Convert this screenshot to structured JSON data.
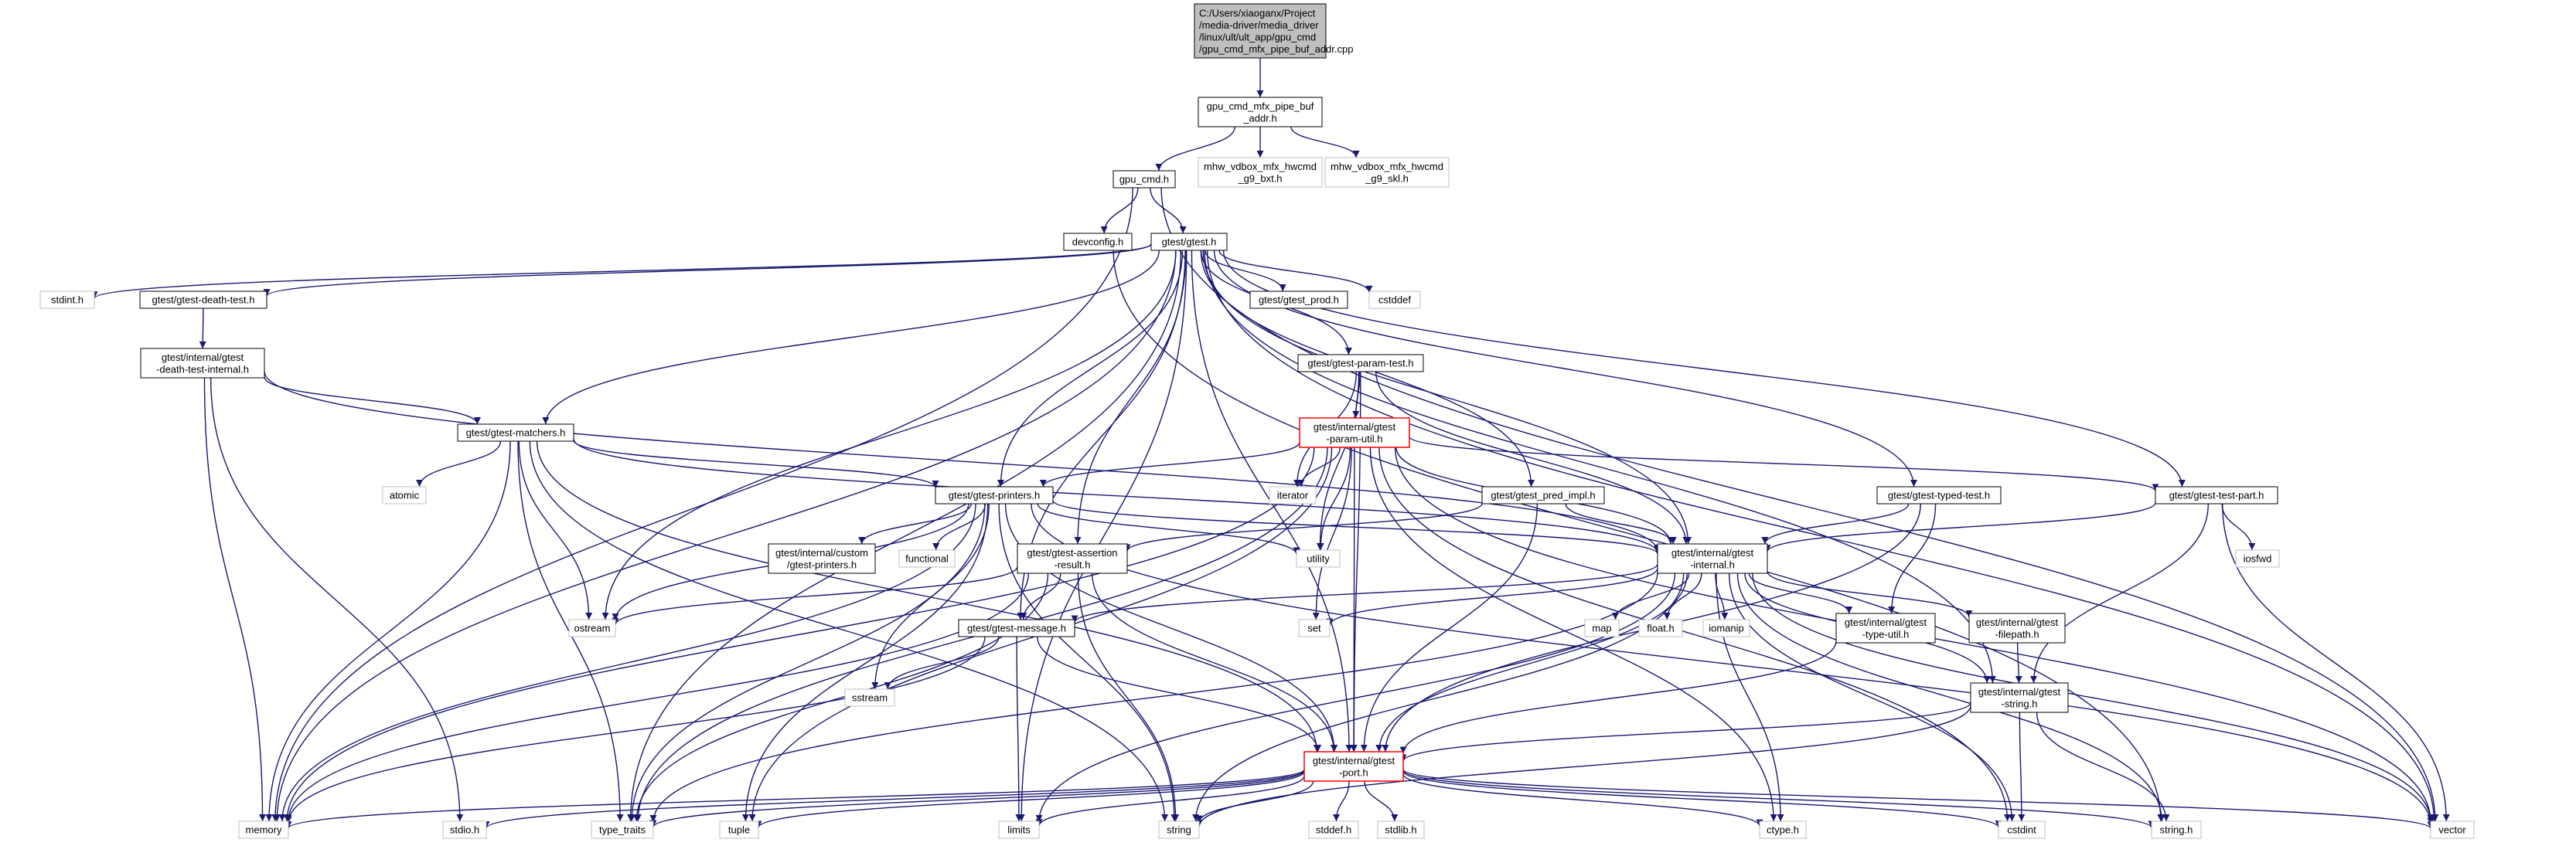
{
  "colors": {
    "edge": "#191970",
    "node_border": "#000000",
    "root_fill": "#bfbfbf",
    "missing_border": "#bfbfbf",
    "highlight_border": "#ff0000",
    "text": "#000000"
  },
  "nodes": [
    {
      "id": "root",
      "label": [
        "C:/Users/xiaoganx/Project",
        "/media-driver/media_driver",
        "/linux/ult/ult_app/gpu_cmd",
        "/gpu_cmd_mfx_pipe_buf_addr.cpp"
      ],
      "style": "root"
    },
    {
      "id": "buf_addr_h",
      "label": [
        "gpu_cmd_mfx_pipe_buf",
        "_addr.h"
      ],
      "style": "normal"
    },
    {
      "id": "gpu_cmd_h",
      "label": [
        "gpu_cmd.h"
      ],
      "style": "normal"
    },
    {
      "id": "mhw_g9_bxt",
      "label": [
        "mhw_vdbox_mfx_hwcmd",
        "_g9_bxt.h"
      ],
      "style": "missing"
    },
    {
      "id": "mhw_g9_skl",
      "label": [
        "mhw_vdbox_mfx_hwcmd",
        "_g9_skl.h"
      ],
      "style": "missing"
    },
    {
      "id": "devconfig_h",
      "label": [
        "devconfig.h"
      ],
      "style": "normal"
    },
    {
      "id": "gtest_h",
      "label": [
        "gtest/gtest.h"
      ],
      "style": "normal"
    },
    {
      "id": "stdint_h",
      "label": [
        "stdint.h"
      ],
      "style": "missing"
    },
    {
      "id": "death_test_h",
      "label": [
        "gtest/gtest-death-test.h"
      ],
      "style": "normal"
    },
    {
      "id": "gtest_prod_h",
      "label": [
        "gtest/gtest_prod.h"
      ],
      "style": "normal"
    },
    {
      "id": "cstddef",
      "label": [
        "cstddef"
      ],
      "style": "missing"
    },
    {
      "id": "death_test_internal",
      "label": [
        "gtest/internal/gtest",
        "-death-test-internal.h"
      ],
      "style": "normal"
    },
    {
      "id": "param_test_h",
      "label": [
        "gtest/gtest-param-test.h"
      ],
      "style": "normal"
    },
    {
      "id": "matchers_h",
      "label": [
        "gtest/gtest-matchers.h"
      ],
      "style": "normal"
    },
    {
      "id": "param_util_h",
      "label": [
        "gtest/internal/gtest",
        "-param-util.h"
      ],
      "style": "highlight"
    },
    {
      "id": "atomic",
      "label": [
        "atomic"
      ],
      "style": "missing"
    },
    {
      "id": "iterator",
      "label": [
        "iterator"
      ],
      "style": "missing"
    },
    {
      "id": "printers_h",
      "label": [
        "gtest/gtest-printers.h"
      ],
      "style": "normal"
    },
    {
      "id": "pred_impl_h",
      "label": [
        "gtest/gtest_pred_impl.h"
      ],
      "style": "normal"
    },
    {
      "id": "typed_test_h",
      "label": [
        "gtest/gtest-typed-test.h"
      ],
      "style": "normal"
    },
    {
      "id": "test_part_h",
      "label": [
        "gtest/gtest-test-part.h"
      ],
      "style": "normal"
    },
    {
      "id": "custom_printers_h",
      "label": [
        "gtest/internal/custom",
        "/gtest-printers.h"
      ],
      "style": "normal"
    },
    {
      "id": "functional",
      "label": [
        "functional"
      ],
      "style": "missing"
    },
    {
      "id": "assertion_result_h",
      "label": [
        "gtest/gtest-assertion",
        "-result.h"
      ],
      "style": "normal"
    },
    {
      "id": "utility",
      "label": [
        "utility"
      ],
      "style": "missing"
    },
    {
      "id": "internal_h",
      "label": [
        "gtest/internal/gtest",
        "-internal.h"
      ],
      "style": "normal"
    },
    {
      "id": "iosfwd",
      "label": [
        "iosfwd"
      ],
      "style": "missing"
    },
    {
      "id": "ostream",
      "label": [
        "ostream"
      ],
      "style": "missing"
    },
    {
      "id": "set",
      "label": [
        "set"
      ],
      "style": "missing"
    },
    {
      "id": "map",
      "label": [
        "map"
      ],
      "style": "missing"
    },
    {
      "id": "float_h",
      "label": [
        "float.h"
      ],
      "style": "missing"
    },
    {
      "id": "iomanip",
      "label": [
        "iomanip"
      ],
      "style": "missing"
    },
    {
      "id": "type_util_h",
      "label": [
        "gtest/internal/gtest",
        "-type-util.h"
      ],
      "style": "normal"
    },
    {
      "id": "filepath_h",
      "label": [
        "gtest/internal/gtest",
        "-filepath.h"
      ],
      "style": "normal"
    },
    {
      "id": "message_h",
      "label": [
        "gtest/gtest-message.h"
      ],
      "style": "normal"
    },
    {
      "id": "sstream",
      "label": [
        "sstream"
      ],
      "style": "missing"
    },
    {
      "id": "string_internal_h",
      "label": [
        "gtest/internal/gtest",
        "-string.h"
      ],
      "style": "normal"
    },
    {
      "id": "port_h",
      "label": [
        "gtest/internal/gtest",
        "-port.h"
      ],
      "style": "highlight"
    },
    {
      "id": "memory",
      "label": [
        "memory"
      ],
      "style": "missing"
    },
    {
      "id": "stdio_h",
      "label": [
        "stdio.h"
      ],
      "style": "missing"
    },
    {
      "id": "type_traits",
      "label": [
        "type_traits"
      ],
      "style": "missing"
    },
    {
      "id": "tuple",
      "label": [
        "tuple"
      ],
      "style": "missing"
    },
    {
      "id": "limits",
      "label": [
        "limits"
      ],
      "style": "missing"
    },
    {
      "id": "string",
      "label": [
        "string"
      ],
      "style": "missing"
    },
    {
      "id": "stddef_h",
      "label": [
        "stddef.h"
      ],
      "style": "missing"
    },
    {
      "id": "stdlib_h",
      "label": [
        "stdlib.h"
      ],
      "style": "missing"
    },
    {
      "id": "ctype_h",
      "label": [
        "ctype.h"
      ],
      "style": "missing"
    },
    {
      "id": "cstdint",
      "label": [
        "cstdint"
      ],
      "style": "missing"
    },
    {
      "id": "string_h",
      "label": [
        "string.h"
      ],
      "style": "missing"
    },
    {
      "id": "vector",
      "label": [
        "vector"
      ],
      "style": "missing"
    }
  ],
  "edges": [
    [
      "root",
      "buf_addr_h"
    ],
    [
      "buf_addr_h",
      "gpu_cmd_h"
    ],
    [
      "buf_addr_h",
      "mhw_g9_bxt"
    ],
    [
      "buf_addr_h",
      "mhw_g9_skl"
    ],
    [
      "gpu_cmd_h",
      "devconfig_h"
    ],
    [
      "gpu_cmd_h",
      "gtest_h"
    ],
    [
      "gpu_cmd_h",
      "memory"
    ],
    [
      "gpu_cmd_h",
      "vector"
    ],
    [
      "devconfig_h",
      "string_h"
    ],
    [
      "gtest_h",
      "stdint_h"
    ],
    [
      "gtest_h",
      "death_test_h"
    ],
    [
      "gtest_h",
      "gtest_prod_h"
    ],
    [
      "gtest_h",
      "cstddef"
    ],
    [
      "gtest_h",
      "param_test_h"
    ],
    [
      "gtest_h",
      "matchers_h"
    ],
    [
      "gtest_h",
      "printers_h"
    ],
    [
      "gtest_h",
      "pred_impl_h"
    ],
    [
      "gtest_h",
      "typed_test_h"
    ],
    [
      "gtest_h",
      "test_part_h"
    ],
    [
      "gtest_h",
      "assertion_result_h"
    ],
    [
      "gtest_h",
      "internal_h"
    ],
    [
      "gtest_h",
      "message_h"
    ],
    [
      "gtest_h",
      "string_internal_h"
    ],
    [
      "gtest_h",
      "memory"
    ],
    [
      "gtest_h",
      "type_traits"
    ],
    [
      "gtest_h",
      "limits"
    ],
    [
      "gtest_h",
      "ostream"
    ],
    [
      "gtest_h",
      "vector"
    ],
    [
      "gtest_h",
      "port_h"
    ],
    [
      "death_test_h",
      "death_test_internal"
    ],
    [
      "death_test_internal",
      "matchers_h"
    ],
    [
      "death_test_internal",
      "internal_h"
    ],
    [
      "death_test_internal",
      "memory"
    ],
    [
      "death_test_internal",
      "stdio_h"
    ],
    [
      "param_test_h",
      "param_util_h"
    ],
    [
      "param_test_h",
      "iterator"
    ],
    [
      "param_test_h",
      "utility"
    ],
    [
      "param_test_h",
      "internal_h"
    ],
    [
      "param_test_h",
      "port_h"
    ],
    [
      "matchers_h",
      "atomic"
    ],
    [
      "matchers_h",
      "printers_h"
    ],
    [
      "matchers_h",
      "internal_h"
    ],
    [
      "matchers_h",
      "port_h"
    ],
    [
      "matchers_h",
      "memory"
    ],
    [
      "matchers_h",
      "ostream"
    ],
    [
      "matchers_h",
      "string"
    ],
    [
      "matchers_h",
      "type_traits"
    ],
    [
      "param_util_h",
      "printers_h"
    ],
    [
      "param_util_h",
      "test_part_h"
    ],
    [
      "param_util_h",
      "internal_h"
    ],
    [
      "param_util_h",
      "port_h"
    ],
    [
      "param_util_h",
      "iterator"
    ],
    [
      "param_util_h",
      "utility"
    ],
    [
      "param_util_h",
      "set"
    ],
    [
      "param_util_h",
      "memory"
    ],
    [
      "param_util_h",
      "tuple"
    ],
    [
      "param_util_h",
      "type_traits"
    ],
    [
      "param_util_h",
      "vector"
    ],
    [
      "param_util_h",
      "cstdint"
    ],
    [
      "param_util_h",
      "ctype_h"
    ],
    [
      "printers_h",
      "custom_printers_h"
    ],
    [
      "printers_h",
      "functional"
    ],
    [
      "printers_h",
      "utility"
    ],
    [
      "printers_h",
      "internal_h"
    ],
    [
      "printers_h",
      "port_h"
    ],
    [
      "printers_h",
      "ostream"
    ],
    [
      "printers_h",
      "sstream"
    ],
    [
      "printers_h",
      "memory"
    ],
    [
      "printers_h",
      "type_traits"
    ],
    [
      "printers_h",
      "tuple"
    ],
    [
      "printers_h",
      "string"
    ],
    [
      "printers_h",
      "vector"
    ],
    [
      "pred_impl_h",
      "assertion_result_h"
    ],
    [
      "pred_impl_h",
      "internal_h"
    ],
    [
      "pred_impl_h",
      "port_h"
    ],
    [
      "typed_test_h",
      "internal_h"
    ],
    [
      "typed_test_h",
      "type_util_h"
    ],
    [
      "typed_test_h",
      "port_h"
    ],
    [
      "test_part_h",
      "internal_h"
    ],
    [
      "test_part_h",
      "string_internal_h"
    ],
    [
      "test_part_h",
      "iosfwd"
    ],
    [
      "test_part_h",
      "vector"
    ],
    [
      "assertion_result_h",
      "message_h"
    ],
    [
      "assertion_result_h",
      "port_h"
    ],
    [
      "assertion_result_h",
      "ostream"
    ],
    [
      "assertion_result_h",
      "memory"
    ],
    [
      "assertion_result_h",
      "string"
    ],
    [
      "assertion_result_h",
      "type_traits"
    ],
    [
      "internal_h",
      "message_h"
    ],
    [
      "internal_h",
      "type_util_h"
    ],
    [
      "internal_h",
      "filepath_h"
    ],
    [
      "internal_h",
      "string_internal_h"
    ],
    [
      "internal_h",
      "port_h"
    ],
    [
      "internal_h",
      "set"
    ],
    [
      "internal_h",
      "map"
    ],
    [
      "internal_h",
      "float_h"
    ],
    [
      "internal_h",
      "iomanip"
    ],
    [
      "internal_h",
      "limits"
    ],
    [
      "internal_h",
      "string"
    ],
    [
      "internal_h",
      "type_traits"
    ],
    [
      "internal_h",
      "ctype_h"
    ],
    [
      "internal_h",
      "string_h"
    ],
    [
      "internal_h",
      "vector"
    ],
    [
      "internal_h",
      "cstdint"
    ],
    [
      "type_util_h",
      "port_h"
    ],
    [
      "filepath_h",
      "string_internal_h"
    ],
    [
      "message_h",
      "port_h"
    ],
    [
      "message_h",
      "sstream"
    ],
    [
      "message_h",
      "limits"
    ],
    [
      "message_h",
      "memory"
    ],
    [
      "string_internal_h",
      "port_h"
    ],
    [
      "string_internal_h",
      "string"
    ],
    [
      "string_internal_h",
      "cstdint"
    ],
    [
      "string_internal_h",
      "string_h"
    ],
    [
      "port_h",
      "memory"
    ],
    [
      "port_h",
      "stdio_h"
    ],
    [
      "port_h",
      "type_traits"
    ],
    [
      "port_h",
      "tuple"
    ],
    [
      "port_h",
      "limits"
    ],
    [
      "port_h",
      "string"
    ],
    [
      "port_h",
      "stddef_h"
    ],
    [
      "port_h",
      "stdlib_h"
    ],
    [
      "port_h",
      "ctype_h"
    ],
    [
      "port_h",
      "cstdint"
    ],
    [
      "port_h",
      "string_h"
    ],
    [
      "port_h",
      "vector"
    ]
  ]
}
